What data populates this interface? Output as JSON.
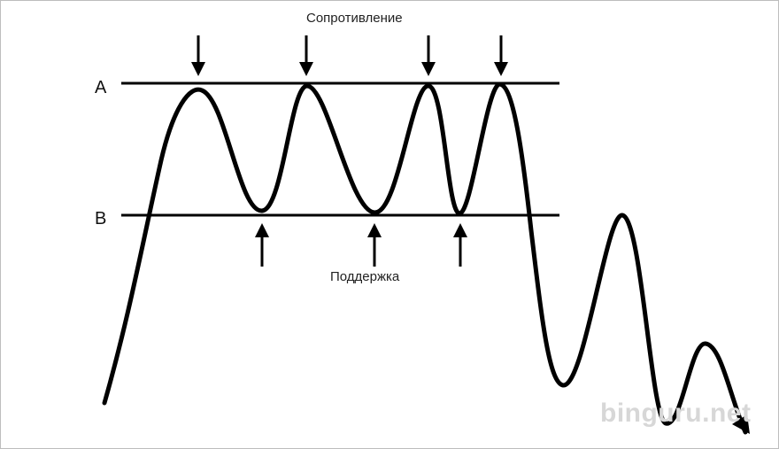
{
  "labels": {
    "level_a": "A",
    "level_b": "B",
    "resistance": "Сопротивление",
    "support": "Поддержка"
  },
  "watermark": "binguru.net",
  "colors": {
    "line": "#000000",
    "watermark": "#d7d7d7"
  }
}
